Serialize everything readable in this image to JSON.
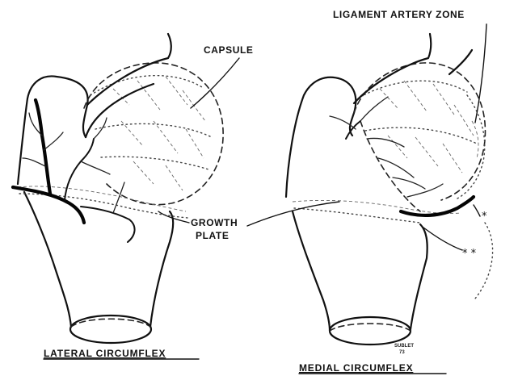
{
  "labels": {
    "capsule": "CAPSULE",
    "ligament_artery_zone": "LIGAMENT ARTERY ZONE",
    "growth_plate_line1": "GROWTH",
    "growth_plate_line2": "PLATE",
    "star_single": "*",
    "star_double": "* *",
    "artist_signature_line1": "SUBLET",
    "artist_signature_line2": "73"
  },
  "captions": {
    "left": "LATERAL CIRCUMFLEX",
    "right": "MEDIAL CIRCUMFLEX"
  },
  "colors": {
    "ink": "#111111",
    "background": "#ffffff"
  }
}
